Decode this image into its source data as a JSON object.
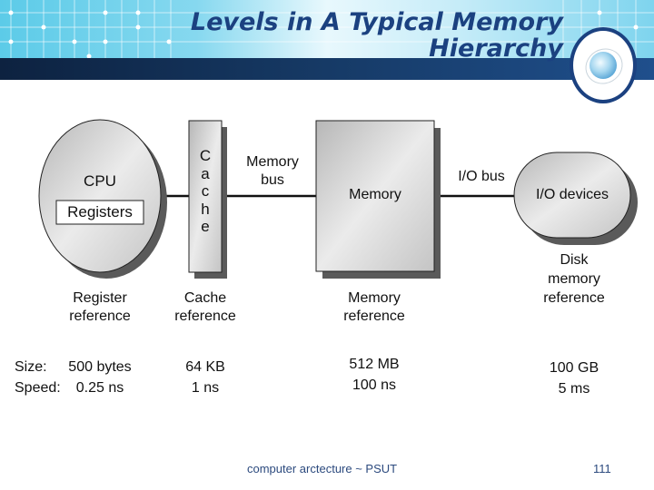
{
  "slide": {
    "title": "Levels in A Typical Memory Hierarchy",
    "logo": "globe-icon",
    "colors": {
      "title": "#1b4180",
      "header_bar": "#163a66",
      "footer_text": "#2c4a7e"
    }
  },
  "diagram": {
    "nodes": {
      "cpu": {
        "label": "CPU",
        "inner_label": "Registers"
      },
      "cache": {
        "label": "C a c h e",
        "letters": [
          "C",
          "a",
          "c",
          "h",
          "e"
        ]
      },
      "memory": {
        "label": "Memory"
      },
      "io": {
        "label": "I/O devices"
      }
    },
    "buses": {
      "memory_bus": {
        "line1": "Memory",
        "line2": "bus"
      },
      "io_bus": {
        "label": "I/O bus"
      }
    },
    "references": {
      "register": {
        "line1": "Register",
        "line2": "reference"
      },
      "cache": {
        "line1": "Cache",
        "line2": "reference"
      },
      "memory": {
        "line1": "Memory",
        "line2": "reference"
      },
      "disk": {
        "line1": "Disk",
        "line2": "memory",
        "line3": "reference"
      }
    },
    "specs": {
      "size_label": "Size:",
      "speed_label": "Speed:",
      "register": {
        "size": "500 bytes",
        "speed": "0.25 ns"
      },
      "cache": {
        "size": "64 KB",
        "speed": "1 ns"
      },
      "memory": {
        "size": "512 MB",
        "speed": "100 ns"
      },
      "disk": {
        "size": "100 GB",
        "speed": "5 ms"
      }
    }
  },
  "footer": {
    "text": "computer arctecture ~ PSUT",
    "page_number": "111"
  }
}
